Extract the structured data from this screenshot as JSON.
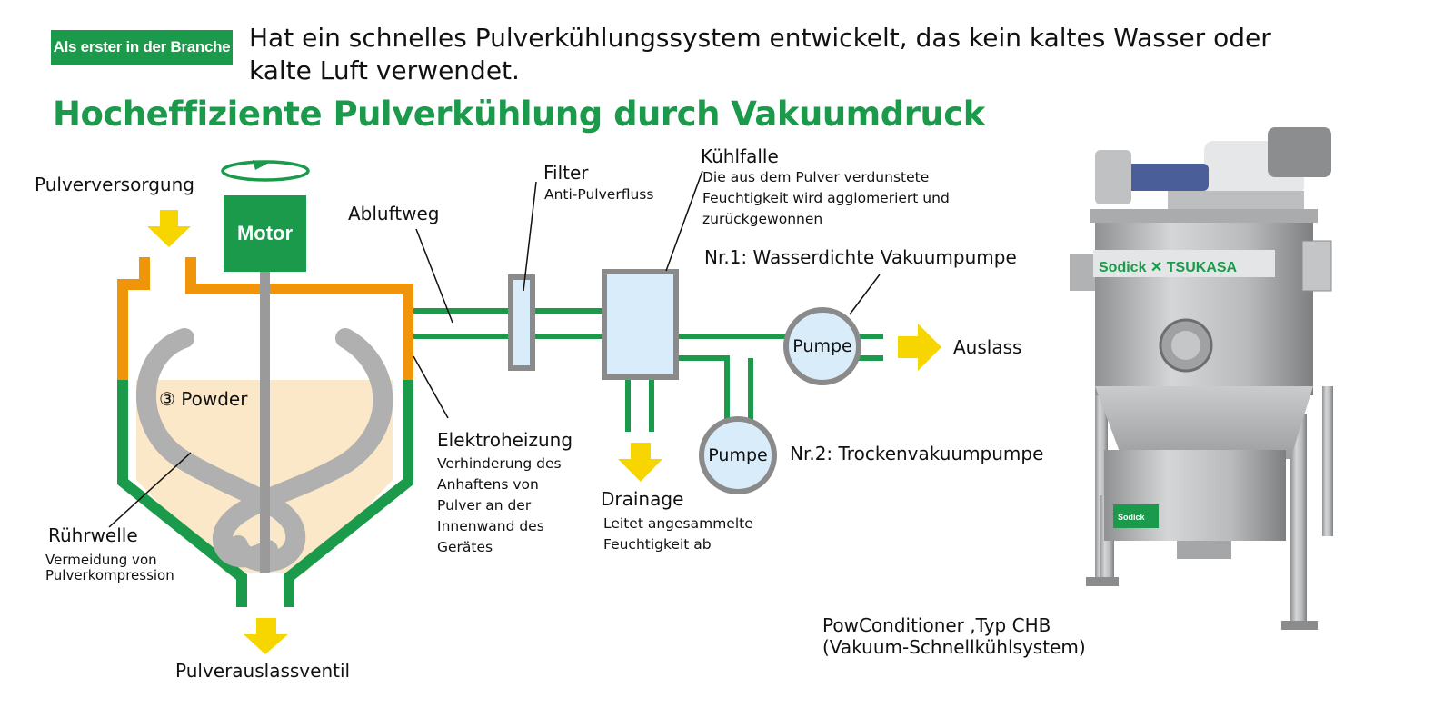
{
  "header": {
    "badge": "Als erster in der Branche",
    "headline": "Hat ein schnelles Pulverkühlungssystem entwickelt, das kein kaltes Wasser oder kalte Luft verwendet.",
    "title": "Hocheffiziente Pulverkühlung durch Vakuumdruck"
  },
  "diagram": {
    "powder_supply": "Pulverversorgung",
    "motor": "Motor",
    "exhaust_path": "Abluftweg",
    "filter": {
      "label": "Filter",
      "desc": "Anti-Pulverfluss"
    },
    "cold_trap": {
      "label": "Kühlfalle",
      "desc": "Die aus dem Pulver verdunstete Feuchtigkeit wird agglomeriert und zurückgewonnen"
    },
    "pump1_name": "Nr.1: Wasserdichte Vakuumpumpe",
    "pump2_name": "Nr.2: Trockenvakuumpumpe",
    "pump_label": "Pumpe",
    "outlet": "Auslass",
    "powder": "③ Powder",
    "heater": {
      "label": "Elektroheizung",
      "desc": "Verhinderung des Anhaftens von Pulver an der Innenwand des Gerätes"
    },
    "drainage": {
      "label": "Drainage",
      "desc": "Leitet angesammelte Feuchtigkeit ab"
    },
    "agitator": {
      "label": "Rührwelle",
      "desc": "Vermeidung von Pulverkompression"
    },
    "discharge_valve": "Pulverauslassventil"
  },
  "product": {
    "brand_left": "Sodick",
    "brand_right": "TSUKASA",
    "caption_line1": "PowConditioner ,Typ CHB",
    "caption_line2": "(Vakuum-Schnellkühlsystem)"
  },
  "colors": {
    "green": "#1a9a4a",
    "orange": "#f0950a",
    "yellow": "#f7d600",
    "powder_fill": "#fbe8c8",
    "pump_fill": "#d9ecfa",
    "gray": "#8a8a8a"
  }
}
